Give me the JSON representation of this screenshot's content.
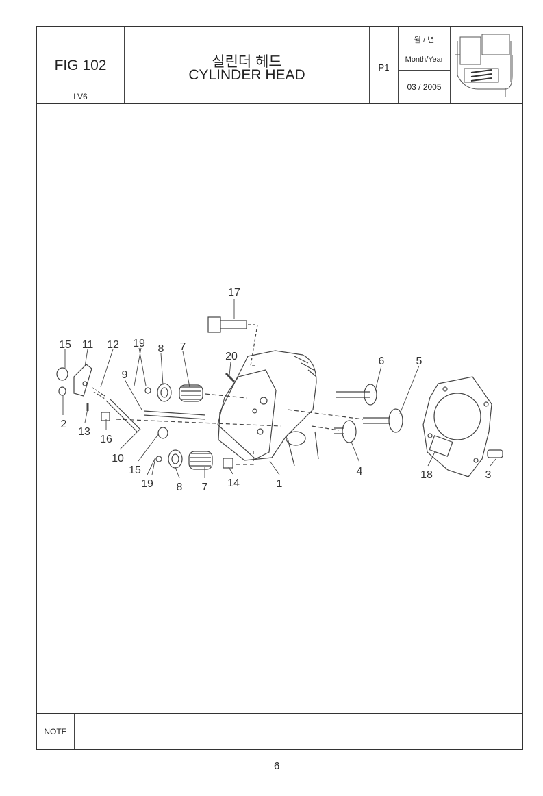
{
  "header": {
    "figure": "FIG 102",
    "model": "LV6",
    "title_ko": "실린더 헤드",
    "title_en": "CYLINDER HEAD",
    "page": "P1",
    "date_label_ko": "월 / 년",
    "date_label_en": "Month/Year",
    "date_value": "03 / 2005"
  },
  "callouts": [
    "17",
    "15",
    "11",
    "12",
    "19",
    "8",
    "7",
    "20",
    "6",
    "5",
    "9",
    "2",
    "13",
    "16",
    "10",
    "15",
    "19",
    "8",
    "7",
    "14",
    "1",
    "4",
    "18",
    "3"
  ],
  "note": {
    "label": "NOTE",
    "value": ""
  },
  "page_number": "6"
}
